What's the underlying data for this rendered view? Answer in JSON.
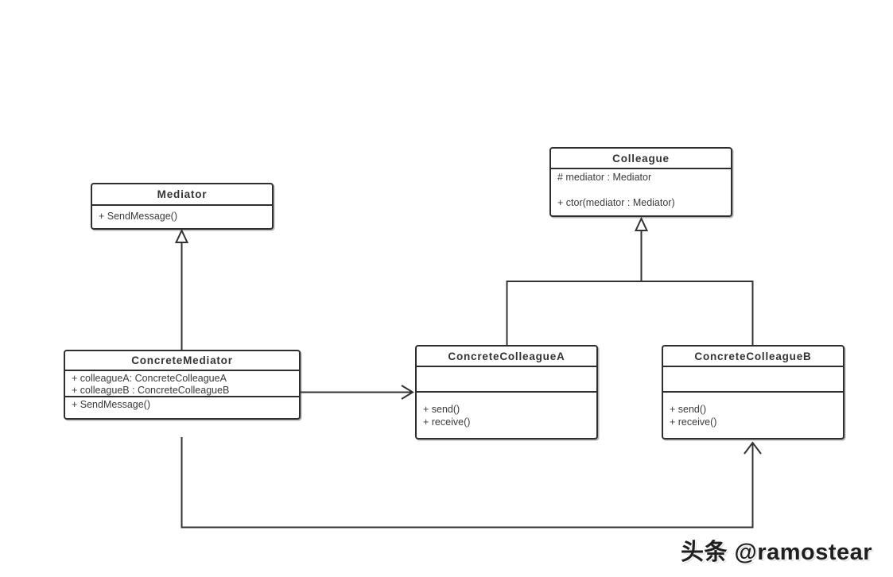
{
  "diagram": {
    "type": "uml-class-diagram",
    "pattern": "Mediator",
    "colors": {
      "background": "#ffffff",
      "stroke": "#333333",
      "box_border": "#2e2e2e",
      "text": "#3a3a3a"
    },
    "classes": {
      "mediator": {
        "name": "Mediator",
        "attributes": [],
        "methods": [
          "+ SendMessage()"
        ]
      },
      "colleague": {
        "name": "Colleague",
        "attributes": [
          "# mediator : Mediator"
        ],
        "methods": [
          "+ ctor(mediator : Mediator)"
        ]
      },
      "concreteMediator": {
        "name": "ConcreteMediator",
        "attributes": [
          "+ colleagueA: ConcreteColleagueA",
          "+ colleagueB : ConcreteColleagueB"
        ],
        "methods": [
          "+ SendMessage()"
        ]
      },
      "concreteColleagueA": {
        "name": "ConcreteColleagueA",
        "attributes": [],
        "methods": [
          "+ send()",
          "+ receive()"
        ]
      },
      "concreteColleagueB": {
        "name": "ConcreteColleagueB",
        "attributes": [],
        "methods": [
          "+ send()",
          "+ receive()"
        ]
      }
    },
    "relationships": [
      {
        "from": "ConcreteMediator",
        "to": "Mediator",
        "type": "generalization"
      },
      {
        "from": "ConcreteColleagueA",
        "to": "Colleague",
        "type": "generalization"
      },
      {
        "from": "ConcreteColleagueB",
        "to": "Colleague",
        "type": "generalization"
      },
      {
        "from": "ConcreteMediator",
        "to": "ConcreteColleagueA",
        "type": "association"
      },
      {
        "from": "ConcreteMediator",
        "to": "ConcreteColleagueB",
        "type": "association"
      }
    ]
  },
  "watermark": {
    "text": "头条 @ramostear"
  }
}
